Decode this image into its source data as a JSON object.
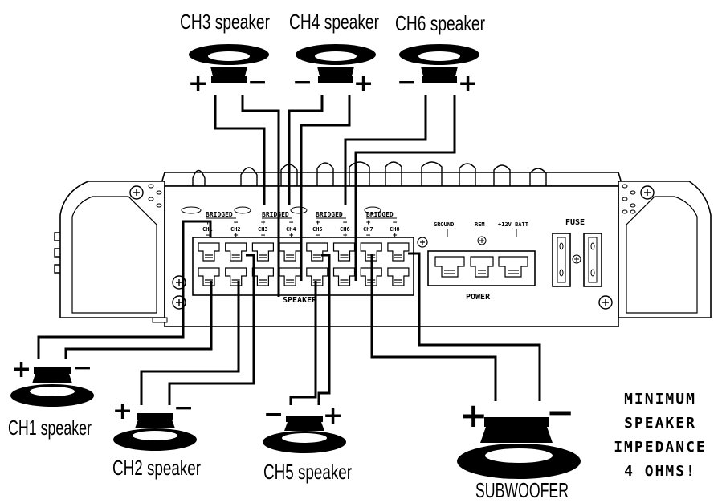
{
  "speakers": {
    "ch1": "CH1 speaker",
    "ch2": "CH2 speaker",
    "ch3": "CH3 speaker",
    "ch4": "CH4 speaker",
    "ch5": "CH5 speaker",
    "ch6": "CH6 speaker",
    "subwoofer": "SUBWOOFER"
  },
  "polarity": {
    "plus": "+",
    "minus": "−"
  },
  "amp": {
    "bridged": "BRIDGED",
    "channels": [
      "CH1",
      "CH2",
      "CH3",
      "CH4",
      "CH5",
      "CH6",
      "CH7",
      "CH8"
    ],
    "speaker_label": "SPEAKER",
    "ground": "GROUND",
    "rem": "REM",
    "batt": "+12V BATT",
    "power_label": "POWER",
    "fuse": "FUSE"
  },
  "note": [
    "MINIMUM",
    "SPEAKER",
    "IMPEDANCE",
    "4 OHMS!"
  ]
}
